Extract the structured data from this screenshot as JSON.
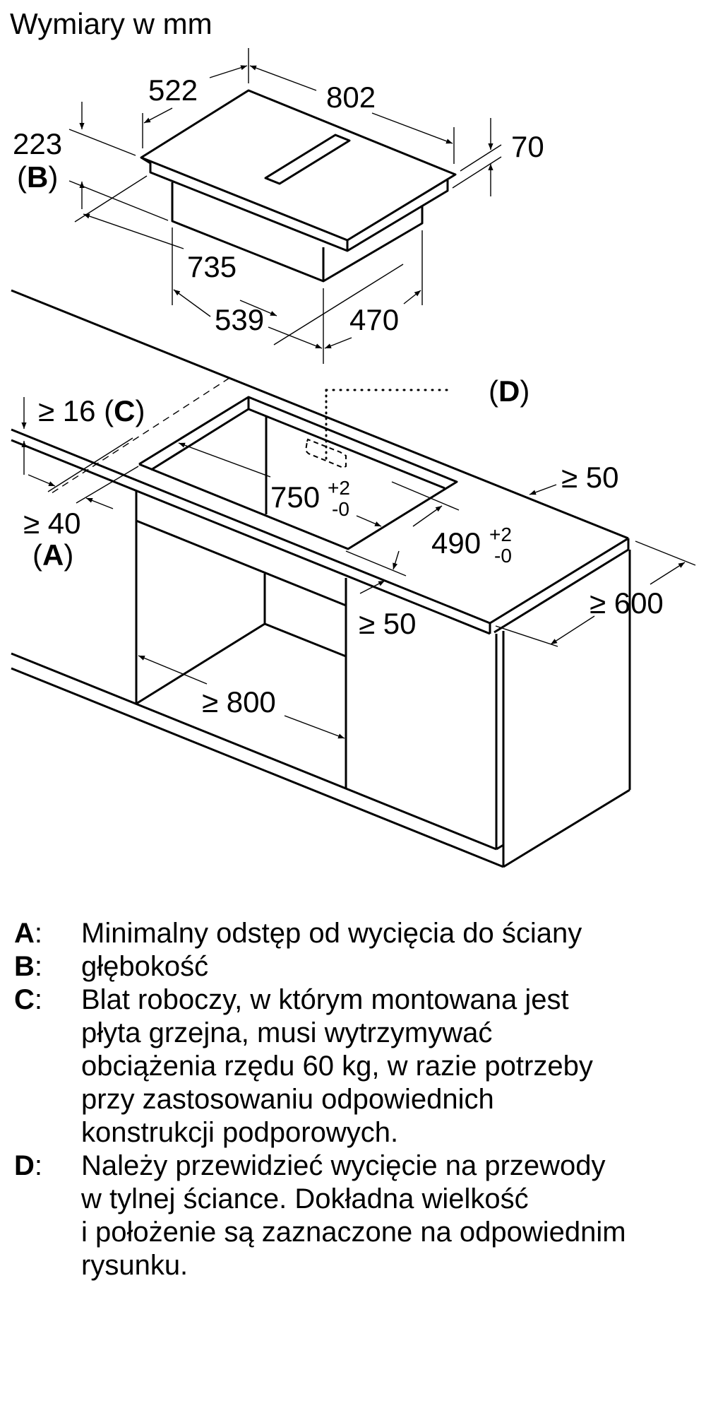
{
  "title": "Wymiary w mm",
  "diagram": {
    "hob": {
      "width": "802",
      "depth": "522",
      "height_total": "223",
      "height_total_ref": "B",
      "glass_thickness": "70",
      "body_width": "735",
      "body_front": "539",
      "body_depth": "470"
    },
    "installation": {
      "worktop_min_thickness": "≥ 16",
      "worktop_ref": "C",
      "min_wall_distance": "≥ 40",
      "min_wall_distance_ref": "A",
      "cutout_width": "750",
      "cutout_width_tol_plus": "+2",
      "cutout_width_tol_minus": "-0",
      "cutout_depth": "490",
      "cutout_depth_tol_plus": "+2",
      "cutout_depth_tol_minus": "-0",
      "min_front_edge": "≥ 50",
      "min_side_edge": "≥ 50",
      "min_cabinet_width": "≥ 800",
      "min_worktop_depth": "≥ 600",
      "cable_opening_ref": "D"
    }
  },
  "legend": [
    {
      "key": "A",
      "lines": [
        "Minimalny odstęp od wycięcia do ściany"
      ]
    },
    {
      "key": "B",
      "lines": [
        "głębokość"
      ]
    },
    {
      "key": "C",
      "lines": [
        "Blat roboczy, w którym montowana jest",
        "płyta grzejna, musi wytrzymywać",
        "obciążenia rzędu 60 kg, w razie potrzeby",
        "przy zastosowaniu odpowiednich",
        "konstrukcji podporowych."
      ]
    },
    {
      "key": "D",
      "lines": [
        "Należy przewidzieć wycięcie na przewody",
        "w tylnej ściance. Dokładna wielkość",
        "i położenie są zaznaczone na odpowiednim",
        "rysunku."
      ]
    }
  ]
}
